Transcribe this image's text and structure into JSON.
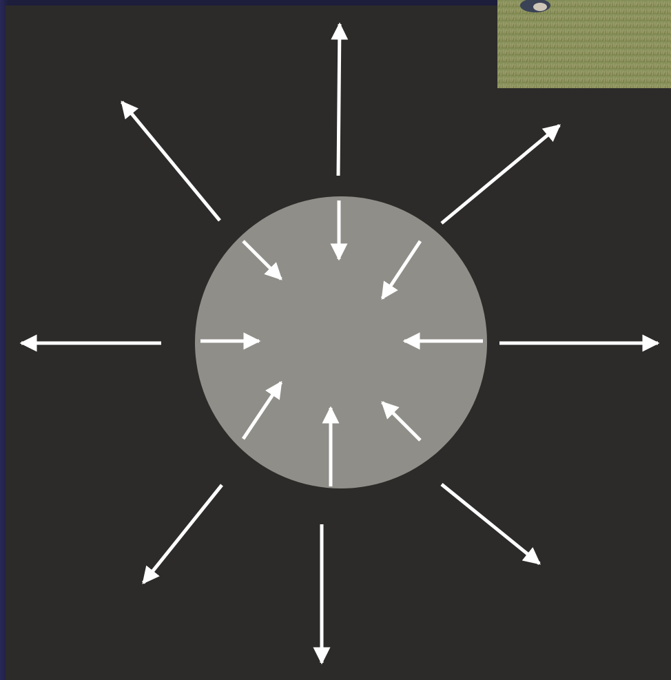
{
  "colors": {
    "background": "#2c2b29",
    "frame": "#1d1d3c",
    "circle": "#8f8e88",
    "arrows": "#ffffff",
    "photo_grass": "#8a8f55"
  },
  "photo": {
    "icon": "grass-photo-icon"
  },
  "diagram": {
    "shape": "circle",
    "outward_arrow_count": 8,
    "inward_arrow_count": 8
  }
}
